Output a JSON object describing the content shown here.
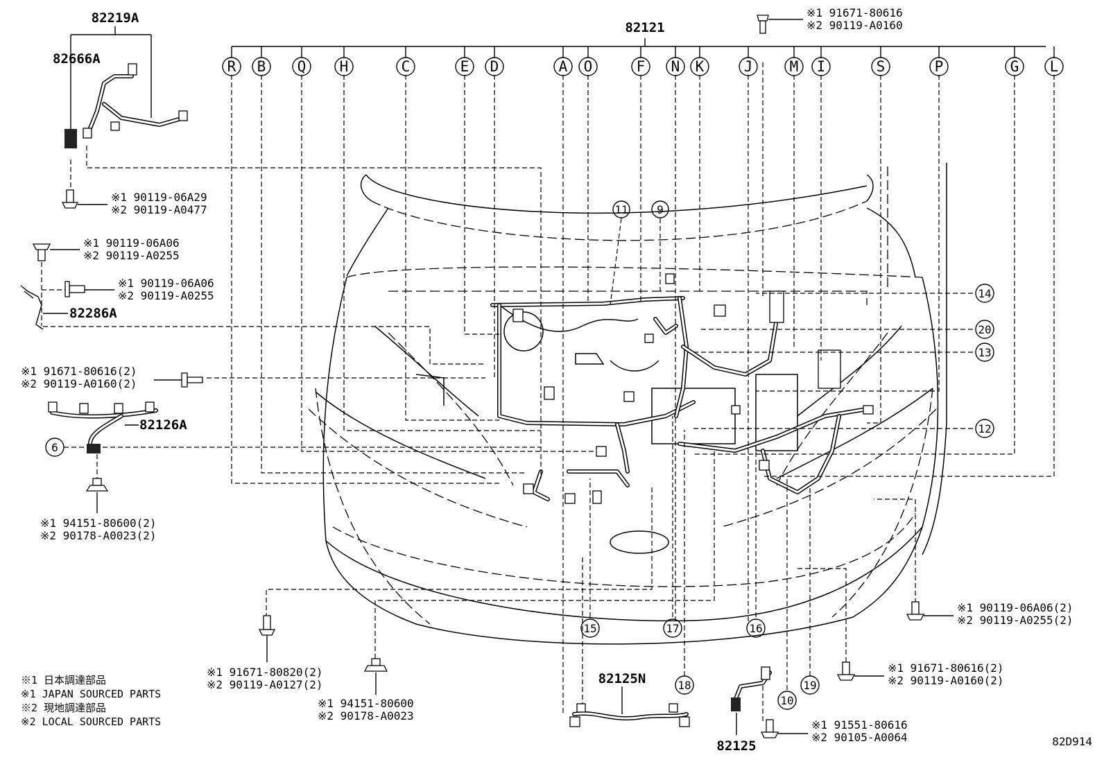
{
  "main_part": "82121",
  "letter_callouts": [
    "R",
    "B",
    "Q",
    "H",
    "C",
    "E",
    "D",
    "A",
    "O",
    "F",
    "N",
    "K",
    "J",
    "M",
    "I",
    "S",
    "P",
    "G",
    "L"
  ],
  "number_callouts": [
    "11",
    "9",
    "14",
    "20",
    "13",
    "12",
    "6",
    "15",
    "17",
    "16",
    "18",
    "10",
    "19"
  ],
  "parts": {
    "p82219A": "82219A",
    "p82666A": "82666A",
    "p82286A": "82286A",
    "p82126A": "82126A",
    "p82125N": "82125N",
    "p82125": "82125"
  },
  "fasteners": {
    "top_right": {
      "l1": "※1 91671-80616",
      "l2": "※2 90119-A0160"
    },
    "left_1": {
      "l1": "※1 90119-06A29",
      "l2": "※2 90119-A0477"
    },
    "left_2": {
      "l1": "※1 90119-06A06",
      "l2": "※2 90119-A0255"
    },
    "left_3": {
      "l1": "※1 90119-06A06",
      "l2": "※2 90119-A0255"
    },
    "left_4": {
      "l1": "※1 91671-80616(2)",
      "l2": "※2 90119-A0160(2)"
    },
    "left_5": {
      "l1": "※1 94151-80600(2)",
      "l2": "※2 90178-A0023(2)"
    },
    "bottom_1": {
      "l1": "※1 91671-80820(2)",
      "l2": "※2 90119-A0127(2)"
    },
    "bottom_2": {
      "l1": "※1 94151-80600",
      "l2": "※2 90178-A0023"
    },
    "bottom_3": {
      "l1": "※1 91551-80616",
      "l2": "※2 90105-A0064"
    },
    "right_1": {
      "l1": "※1 90119-06A06(2)",
      "l2": "※2 90119-A0255(2)"
    },
    "right_2": {
      "l1": "※1 91671-80616(2)",
      "l2": "※2 90119-A0160(2)"
    }
  },
  "legend": {
    "l1": "※1 日本調達部品",
    "l2": "※1 JAPAN SOURCED PARTS",
    "l3": "※2 現地調達部品",
    "l4": "※2 LOCAL SOURCED PARTS"
  },
  "diagram_code": "82D914"
}
